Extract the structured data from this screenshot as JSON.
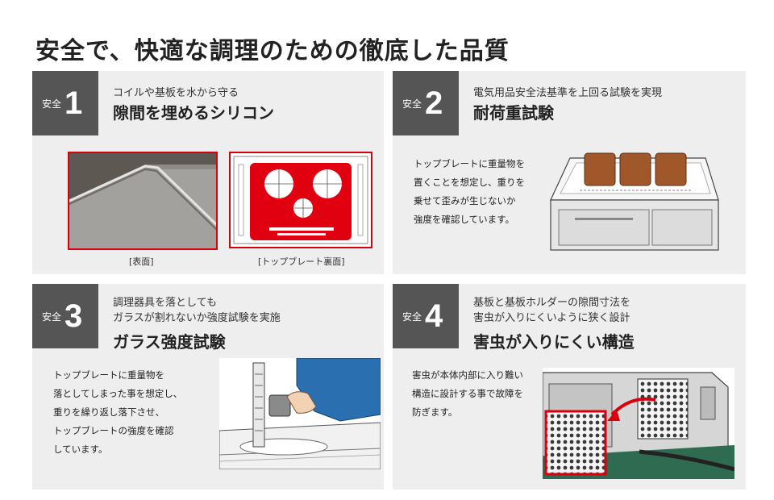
{
  "page_title": "安全で、快適な調理のための徹底した品質",
  "sections": [
    {
      "badge_label": "安全",
      "badge_number": "1",
      "subtitle_lines": [
        "コイルや基板を水から守る"
      ],
      "heading": "隙間を埋めるシリコン",
      "captions": [
        "[表面]",
        "[トップブレート裏面]"
      ]
    },
    {
      "badge_label": "安全",
      "badge_number": "2",
      "subtitle_lines": [
        "電気用品安全法基準を上回る試験を実現"
      ],
      "heading": "耐荷重試験",
      "body_lines": [
        "トップブレートに重量物を",
        "置くことを想定し、重りを",
        "乗せて歪みが生じないか",
        "強度を確認しています。"
      ]
    },
    {
      "badge_label": "安全",
      "badge_number": "3",
      "subtitle_lines": [
        "調理器具を落としても",
        "ガラスが割れないか強度試験を実施"
      ],
      "heading": "ガラス強度試験",
      "body_lines": [
        "トップブレートに重量物を",
        "落としてしまった事を想定し、",
        "重りを繰り返し落下させ、",
        "トップブレートの強度を確認",
        "しています。"
      ]
    },
    {
      "badge_label": "安全",
      "badge_number": "4",
      "subtitle_lines": [
        "基板と基板ホルダーの隙間寸法を",
        "害虫が入りにくいように狭く設計"
      ],
      "heading": "害虫が入りにくい構造",
      "body_lines": [
        "害虫が本体内部に入り難い",
        "構造に設計する事で故障を",
        "防ぎます。"
      ]
    }
  ],
  "colors": {
    "panel_bg": "#eeeeee",
    "badge_bg": "#555555",
    "accent_red": "#d9000d",
    "weight_brown": "#a0582b",
    "sleeve_blue": "#2a6fb0"
  }
}
